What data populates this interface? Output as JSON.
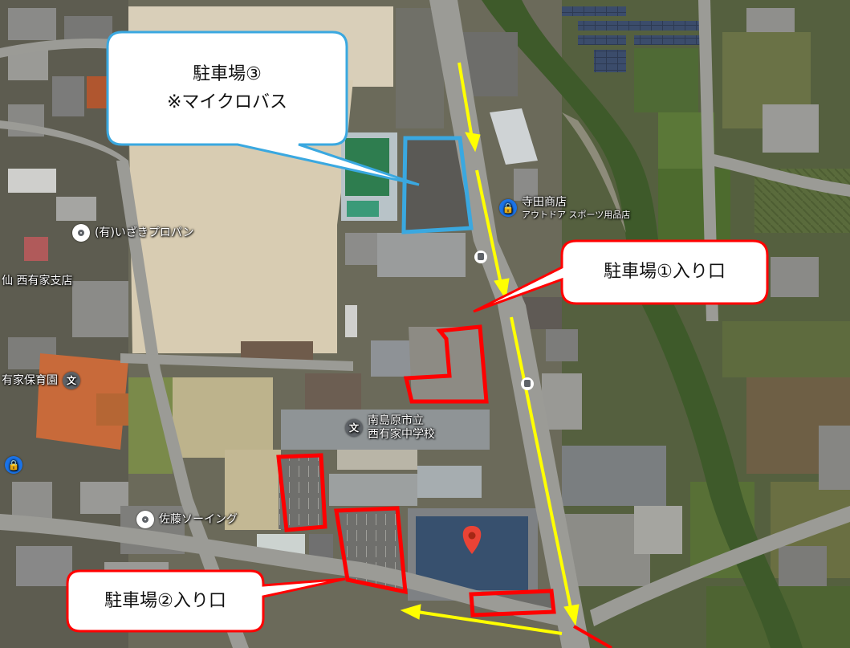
{
  "callouts": {
    "lot3_title": "駐車場③",
    "lot3_note": "※マイクロバス",
    "lot1_entrance": "駐車場①入り口",
    "lot2_entrance": "駐車場②入り口"
  },
  "places": {
    "terada_name": "寺田商店",
    "terada_category": "アウトドア スポーツ用品店",
    "izaki": "(有)いざきプロパン",
    "branch": "仙 西有家支店",
    "nursery": "有家保育園",
    "school_line1": "南島原市立",
    "school_line2": "西有家中学校",
    "sato": "佐藤ソーイング"
  },
  "icons": {
    "place_pin": "place-pin-icon",
    "shopping_pin": "shopping-bag-pin-icon",
    "school_pin": "school-pin-icon",
    "destination_marker": "destination-marker-icon",
    "bus_stop": "bus-stop-icon"
  },
  "colors": {
    "lot3_outline": "#3aa8e0",
    "lots_1_2_outline": "#ff0000",
    "route_arrows": "#ffff00",
    "destination_marker": "#ea4335",
    "callout_lot3_border": "#3aa8e0",
    "callout_lot1_lot2_border": "#ff0000"
  }
}
